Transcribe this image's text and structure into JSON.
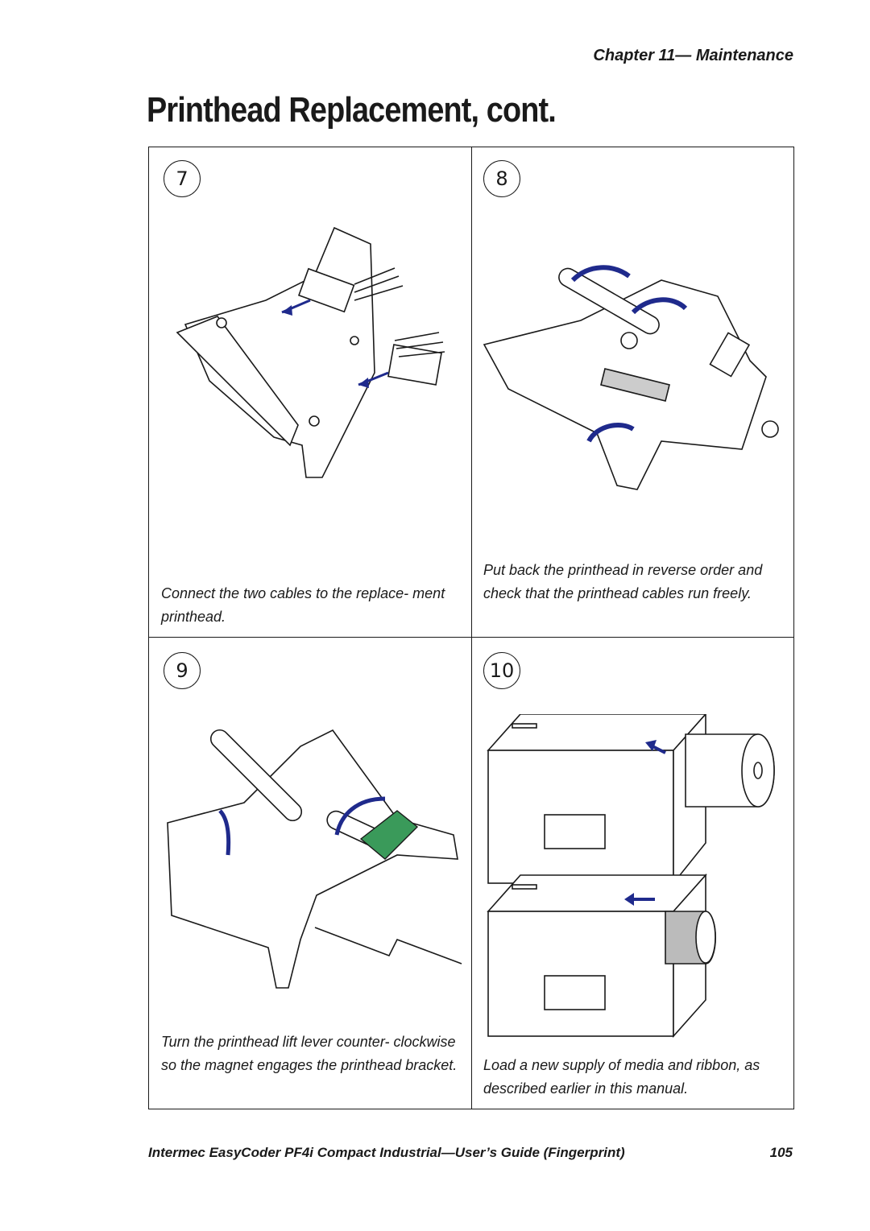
{
  "header": {
    "chapter": "Chapter 11— Maintenance",
    "title": "Printhead Replacement, cont."
  },
  "steps": [
    {
      "number": "7",
      "caption": "Connect the two cables to the replace- ment printhead."
    },
    {
      "number": "8",
      "caption": "Put back the printhead in reverse order and check that the printhead cables run freely."
    },
    {
      "number": "9",
      "caption": "Turn the printhead lift lever counter- clockwise so the magnet engages the printhead bracket."
    },
    {
      "number": "10",
      "caption": "Load a new supply of media and ribbon, as described earlier in this manual."
    }
  ],
  "footer": {
    "text": "Intermec EasyCoder PF4i Compact Industrial—User’s Guide (Fingerprint)",
    "page": "105"
  },
  "colors": {
    "arrow": "#1f2a8c",
    "magnet": "#3a9a5a"
  }
}
